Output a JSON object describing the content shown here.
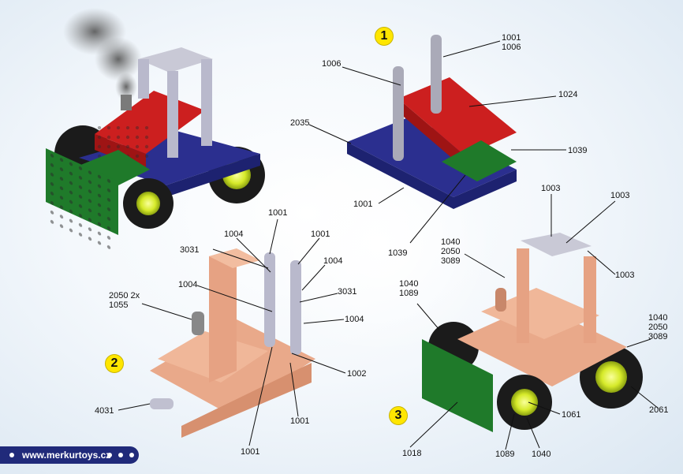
{
  "footer": {
    "url": "www.merkurtoys.cz"
  },
  "steps": {
    "s1": "1",
    "s2": "2",
    "s3": "3"
  },
  "step1": {
    "l1001_a": "1001",
    "l1006_a": "1006",
    "l1006": "1006",
    "l1024": "1024",
    "l2035": "2035",
    "l1039_r": "1039",
    "l1001_b": "1001",
    "l1039_b": "1039"
  },
  "step2": {
    "l1001_top": "1001",
    "l1004_a": "1004",
    "l1001_r": "1001",
    "l3031_l": "3031",
    "l1004_b": "1004",
    "l1004_l": "1004",
    "l3031_r": "3031",
    "l2050_1": "2050 2x",
    "l2050_2": "1055",
    "l1004_c": "1004",
    "l1002": "1002",
    "l4031": "4031",
    "l1001_b": "1001",
    "l1001_c": "1001"
  },
  "step3": {
    "l1003_a": "1003",
    "l1003_b": "1003",
    "l1040_a1": "1040",
    "l1040_a2": "2050",
    "l1040_a3": "3089",
    "l1003_c": "1003",
    "l1040_b1": "1040",
    "l1040_b2": "1089",
    "l1040_c1": "1040",
    "l1040_c2": "2050",
    "l1040_c3": "3089",
    "l1061": "1061",
    "l2061": "2061",
    "l1018": "1018",
    "l1089": "1089",
    "l1040_d": "1040"
  }
}
